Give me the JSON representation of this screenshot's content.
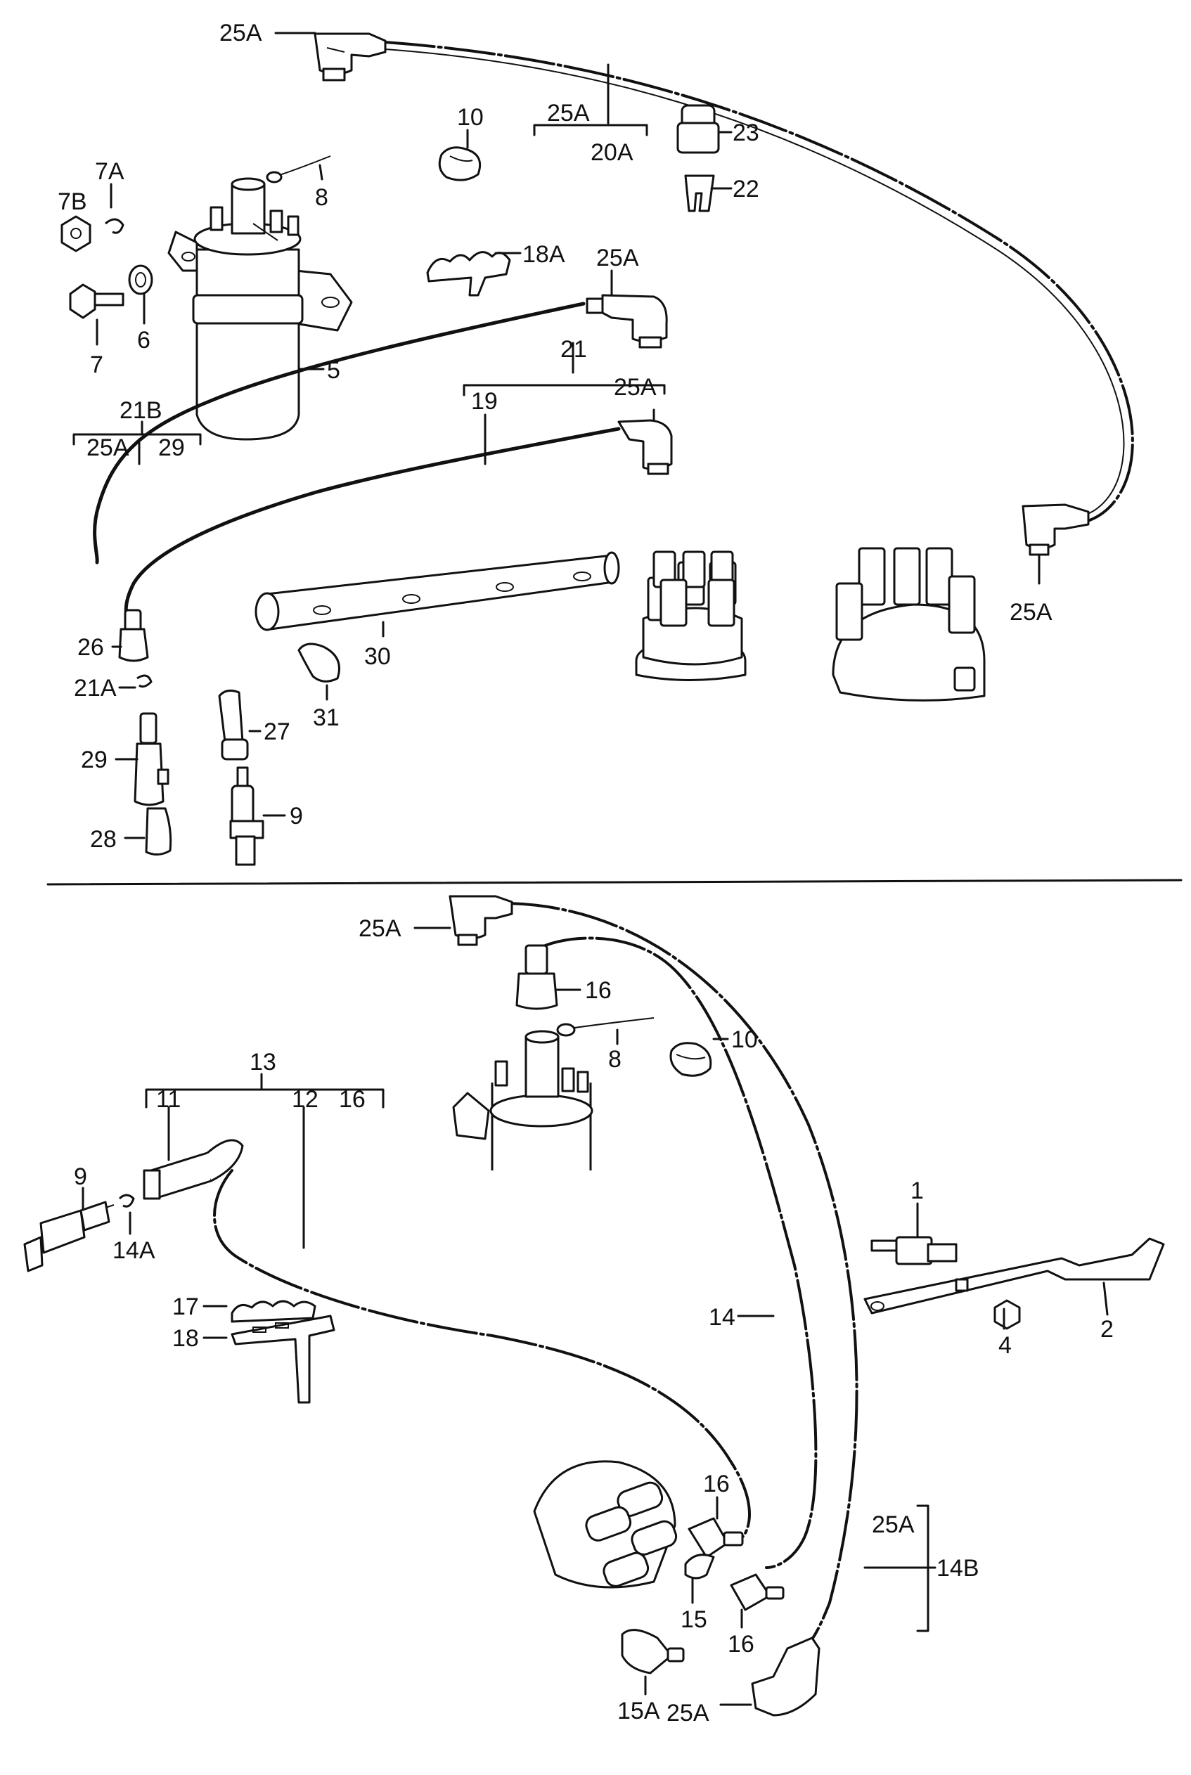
{
  "labels": {
    "l25a_top": "25A",
    "l25a_20a": "25A",
    "l20a": "20A",
    "l23": "23",
    "l22": "22",
    "l10_top": "10",
    "l8_top": "8",
    "l7a": "7A",
    "l7b": "7B",
    "l7": "7",
    "l6": "6",
    "l5": "5",
    "l18a": "18A",
    "l25a_mid1": "25A",
    "l21": "21",
    "l19": "19",
    "l25a_mid2": "25A",
    "l21b": "21B",
    "l25a_21b": "25A",
    "l29_21b": "29",
    "l25a_right": "25A",
    "l26": "26",
    "l30": "30",
    "l31": "31",
    "l21a": "21A",
    "l27": "27",
    "l29": "29",
    "l9_top": "9",
    "l28": "28",
    "l25a_bot1": "25A",
    "l16_a": "16",
    "l8_bot": "8",
    "l10_bot": "10",
    "l13": "13",
    "l11": "11",
    "l12": "12",
    "l16_b": "16",
    "l9_bot": "9",
    "l14a": "14A",
    "l17": "17",
    "l18": "18",
    "l1": "1",
    "l2": "2",
    "l4": "4",
    "l14": "14",
    "l16_c": "16",
    "l15": "15",
    "l16_d": "16",
    "l25a_14b": "25A",
    "l14b": "14B",
    "l15a": "15A",
    "l25a_bot2": "25A"
  }
}
